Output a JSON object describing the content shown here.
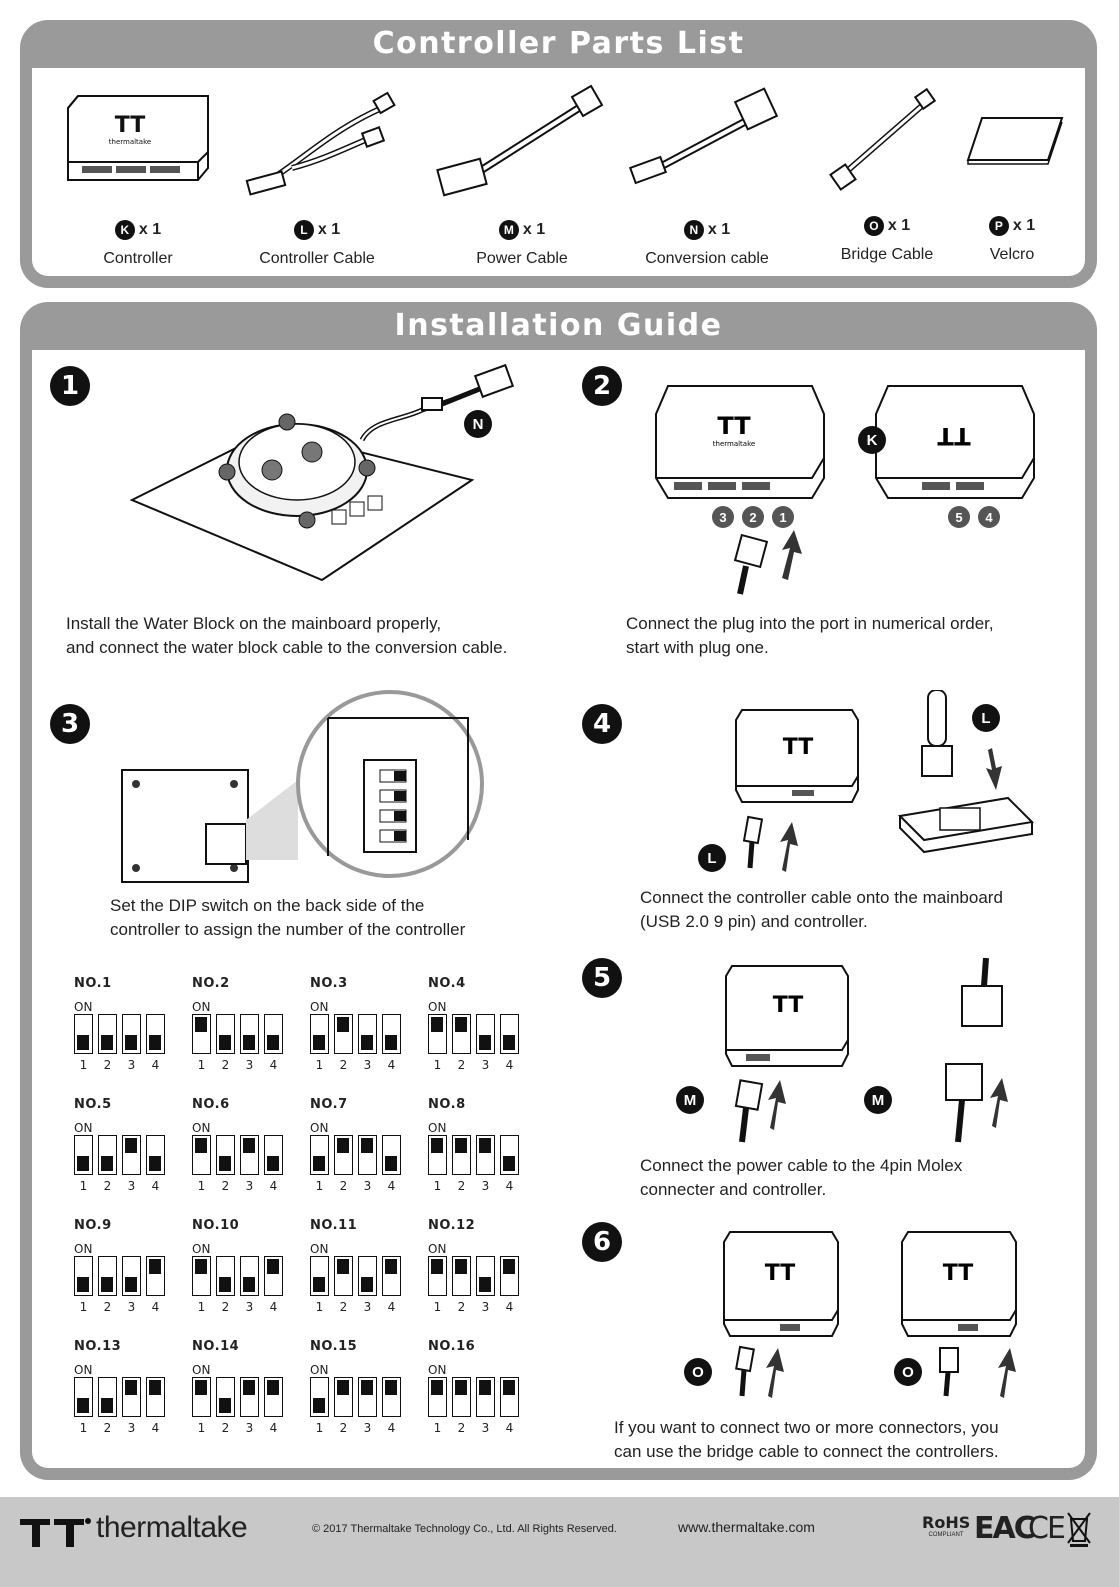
{
  "parts": {
    "title": "Controller Parts List",
    "items": [
      {
        "letter": "K",
        "qty": "x 1",
        "name": "Controller"
      },
      {
        "letter": "L",
        "qty": "x 1",
        "name": "Controller Cable"
      },
      {
        "letter": "M",
        "qty": "x 1",
        "name": "Power Cable"
      },
      {
        "letter": "N",
        "qty": "x 1",
        "name": "Conversion cable"
      },
      {
        "letter": "O",
        "qty": "x 1",
        "name": "Bridge Cable"
      },
      {
        "letter": "P",
        "qty": "x 1",
        "name": "Velcro"
      }
    ],
    "logo_text": "thermaltake"
  },
  "guide": {
    "title": "Installation Guide",
    "steps": [
      {
        "num": "1",
        "text1": "Install the Water Block on the mainboard properly,",
        "text2": "and connect the water block cable to the conversion cable.",
        "callout": "N"
      },
      {
        "num": "2",
        "text1": "Connect the plug into the port in numerical order,",
        "text2": "start with plug one.",
        "callout": "K",
        "ports_a": [
          "3",
          "2",
          "1"
        ],
        "ports_b": [
          "5",
          "4"
        ]
      },
      {
        "num": "3",
        "text1": "Set the DIP switch on the back side of the",
        "text2": "controller to assign the number of the controller"
      },
      {
        "num": "4",
        "text1": "Connect the controller cable onto the mainboard",
        "text2": "(USB 2.0 9 pin) and controller.",
        "callout": "L"
      },
      {
        "num": "5",
        "text1": "Connect the power cable to the 4pin Molex",
        "text2": "connecter and controller.",
        "callout": "M"
      },
      {
        "num": "6",
        "text1": "If you want to connect two or more connectors, you",
        "text2": "can use the bridge cable to connect the controllers.",
        "callout": "O"
      }
    ],
    "dip": {
      "on_label": "ON",
      "pin_labels": [
        "1",
        "2",
        "3",
        "4"
      ],
      "settings": [
        {
          "title": "NO.1",
          "on": [
            false,
            false,
            false,
            false
          ]
        },
        {
          "title": "NO.2",
          "on": [
            true,
            false,
            false,
            false
          ]
        },
        {
          "title": "NO.3",
          "on": [
            false,
            true,
            false,
            false
          ]
        },
        {
          "title": "NO.4",
          "on": [
            true,
            true,
            false,
            false
          ]
        },
        {
          "title": "NO.5",
          "on": [
            false,
            false,
            true,
            false
          ]
        },
        {
          "title": "NO.6",
          "on": [
            true,
            false,
            true,
            false
          ]
        },
        {
          "title": "NO.7",
          "on": [
            false,
            true,
            true,
            false
          ]
        },
        {
          "title": "NO.8",
          "on": [
            true,
            true,
            true,
            false
          ]
        },
        {
          "title": "NO.9",
          "on": [
            false,
            false,
            false,
            true
          ]
        },
        {
          "title": "NO.10",
          "on": [
            true,
            false,
            false,
            true
          ]
        },
        {
          "title": "NO.11",
          "on": [
            false,
            true,
            false,
            true
          ]
        },
        {
          "title": "NO.12",
          "on": [
            true,
            true,
            false,
            true
          ]
        },
        {
          "title": "NO.13",
          "on": [
            false,
            false,
            true,
            true
          ]
        },
        {
          "title": "NO.14",
          "on": [
            true,
            false,
            true,
            true
          ]
        },
        {
          "title": "NO.15",
          "on": [
            false,
            true,
            true,
            true
          ]
        },
        {
          "title": "NO.16",
          "on": [
            true,
            true,
            true,
            true
          ]
        }
      ]
    }
  },
  "footer": {
    "brand": "thermaltake",
    "copyright": "© 2017 Thermaltake Technology Co., Ltd. All Rights Reserved.",
    "url": "www.thermaltake.com",
    "rohs": "RoHS",
    "rohs_sub": "COMPLIANT",
    "eac": "EAC",
    "ce": "CE"
  }
}
